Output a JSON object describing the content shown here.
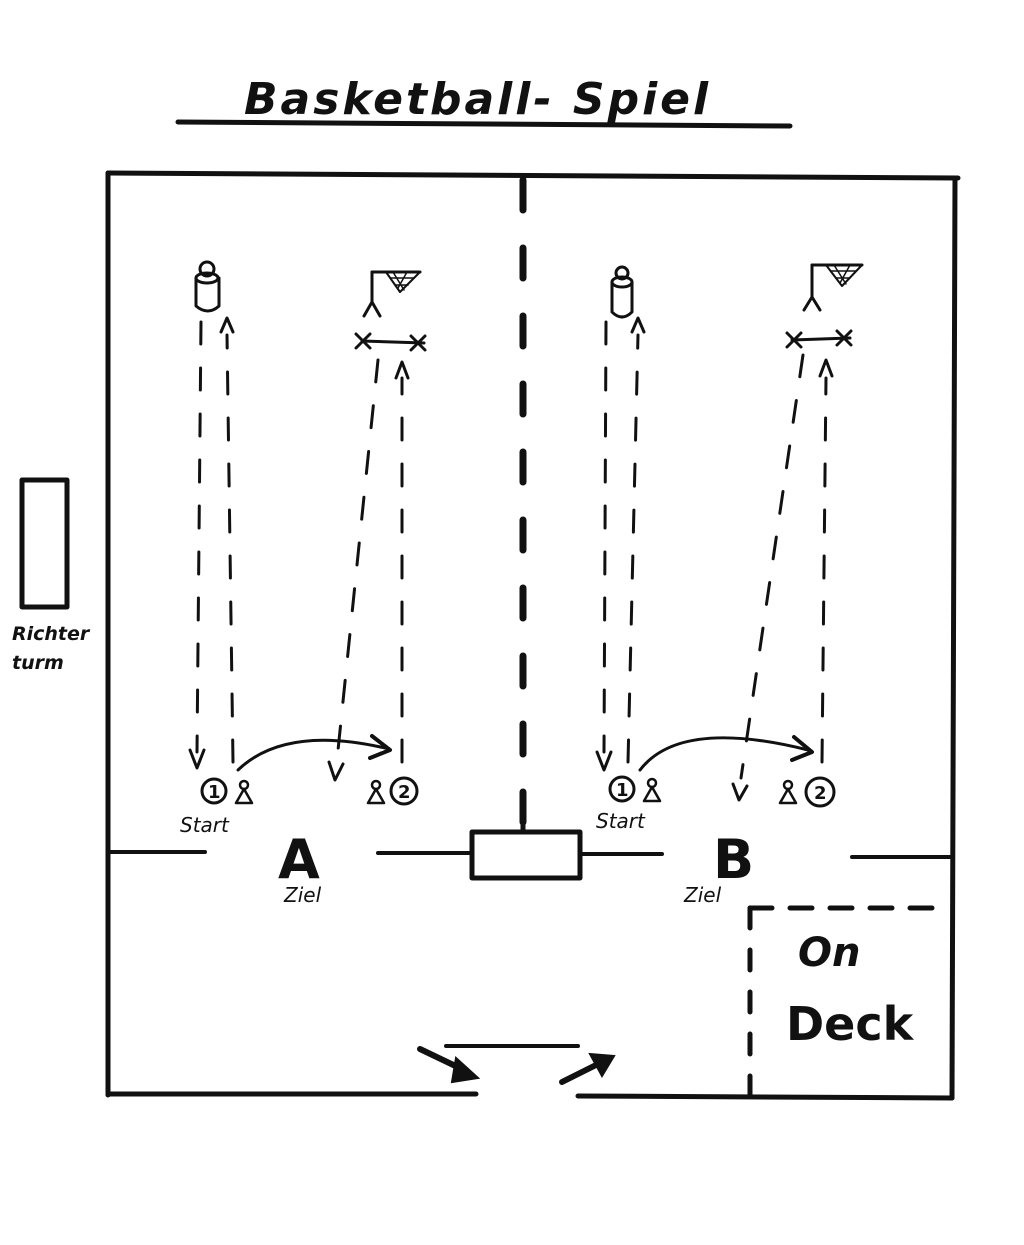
{
  "title": "Basketball- Spiel",
  "judge_tower": {
    "line1": "Richter",
    "line2": "turm"
  },
  "stations": {
    "A": {
      "letter": "A",
      "goal_label": "Ziel",
      "start_label": "Start",
      "player1": "1",
      "player2": "2"
    },
    "B": {
      "letter": "B",
      "goal_label": "Ziel",
      "start_label": "Start",
      "player1": "1",
      "player2": "2"
    }
  },
  "on_deck": {
    "line1": "On",
    "line2": "Deck"
  }
}
